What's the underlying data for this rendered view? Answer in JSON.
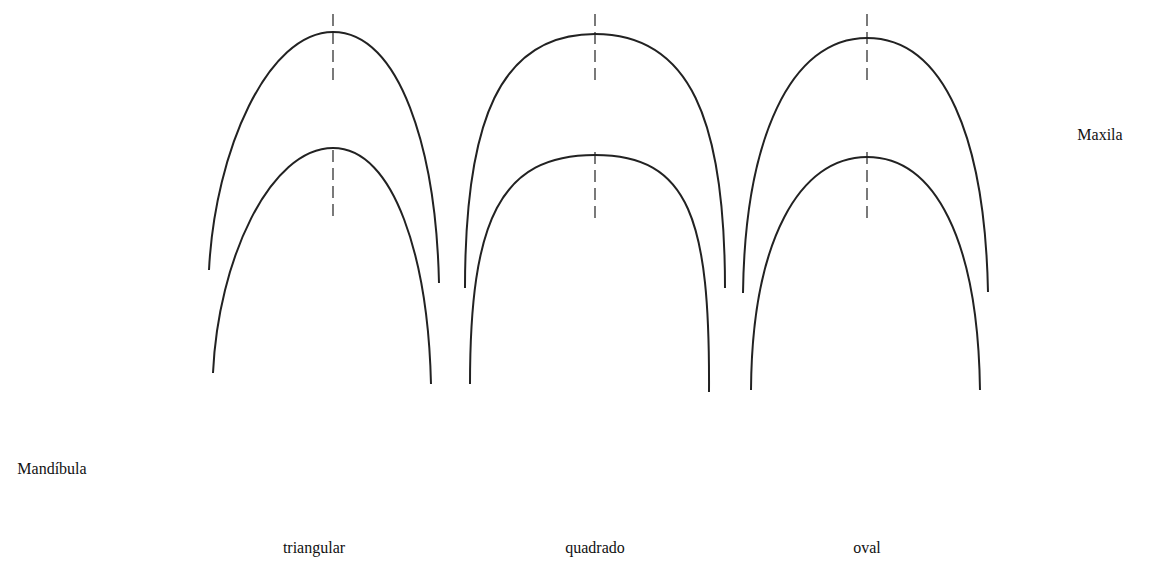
{
  "diagram": {
    "labels": [
      "Maxila",
      "Mandíbula",
      "triangular",
      "quadrado",
      "oval"
    ]
  }
}
